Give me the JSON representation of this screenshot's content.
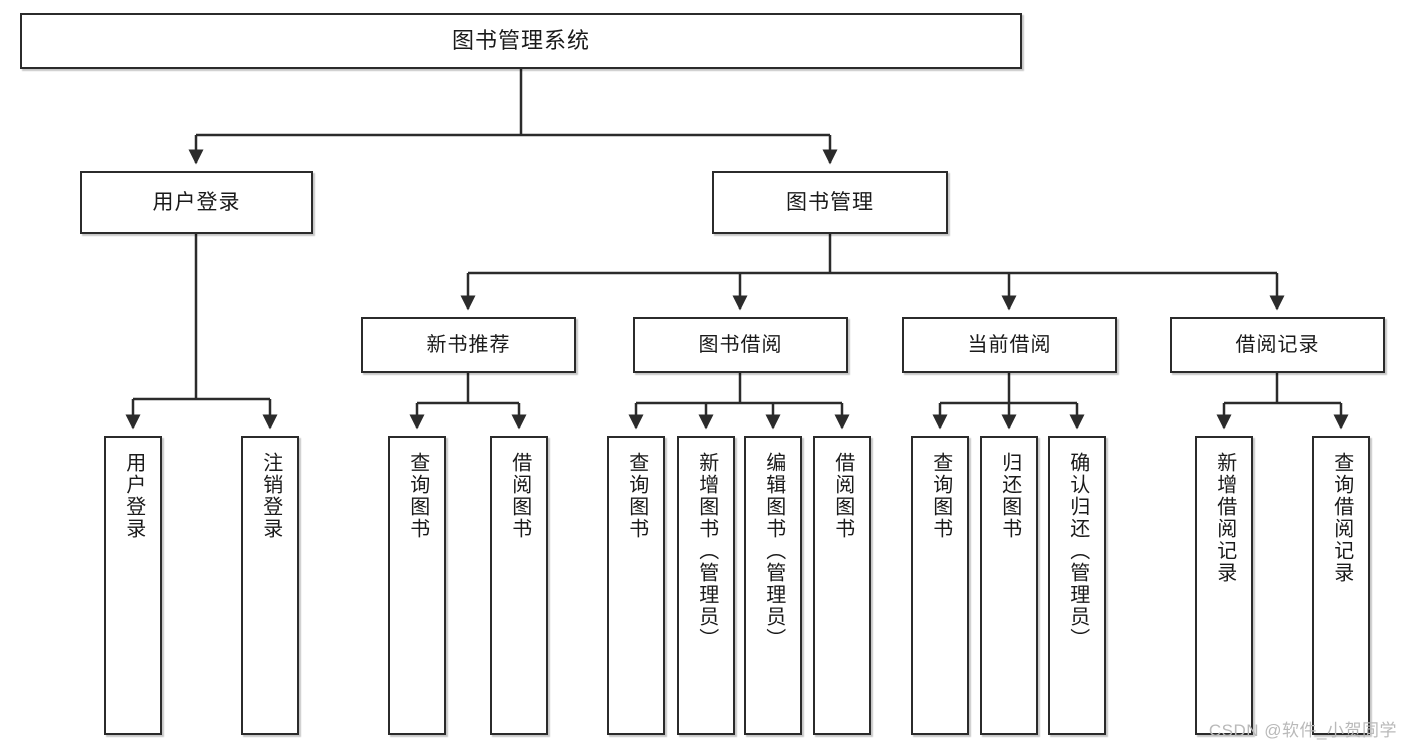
{
  "diagram": {
    "title": "图书管理系统",
    "type": "hierarchy-tree",
    "colors": {
      "background": "#ffffff",
      "box_border": "#2b2b2b",
      "box_fill": "#ffffff",
      "connector": "#2b2b2b",
      "text": "#1a1a1a",
      "watermark": "#b9b9b9"
    },
    "root": {
      "label": "图书管理系统"
    },
    "level2": [
      {
        "label": "用户登录"
      },
      {
        "label": "图书管理"
      }
    ],
    "level3": [
      {
        "label": "新书推荐"
      },
      {
        "label": "图书借阅"
      },
      {
        "label": "当前借阅"
      },
      {
        "label": "借阅记录"
      }
    ],
    "leaves": {
      "user_login": [
        {
          "label": "用户登录"
        },
        {
          "label": "注销登录"
        }
      ],
      "new_book": [
        {
          "label": "查询图书"
        },
        {
          "label": "借阅图书"
        }
      ],
      "book_borrow": [
        {
          "label": "查询图书"
        },
        {
          "label": "新增图书（管理员）"
        },
        {
          "label": "编辑图书（管理员）"
        },
        {
          "label": "借阅图书"
        }
      ],
      "current_borrow": [
        {
          "label": "查询图书"
        },
        {
          "label": "归还图书"
        },
        {
          "label": "确认归还（管理员）"
        }
      ],
      "borrow_record": [
        {
          "label": "新增借阅记录"
        },
        {
          "label": "查询借阅记录"
        }
      ]
    }
  },
  "watermark": {
    "text": "CSDN @软件_小贺同学"
  }
}
